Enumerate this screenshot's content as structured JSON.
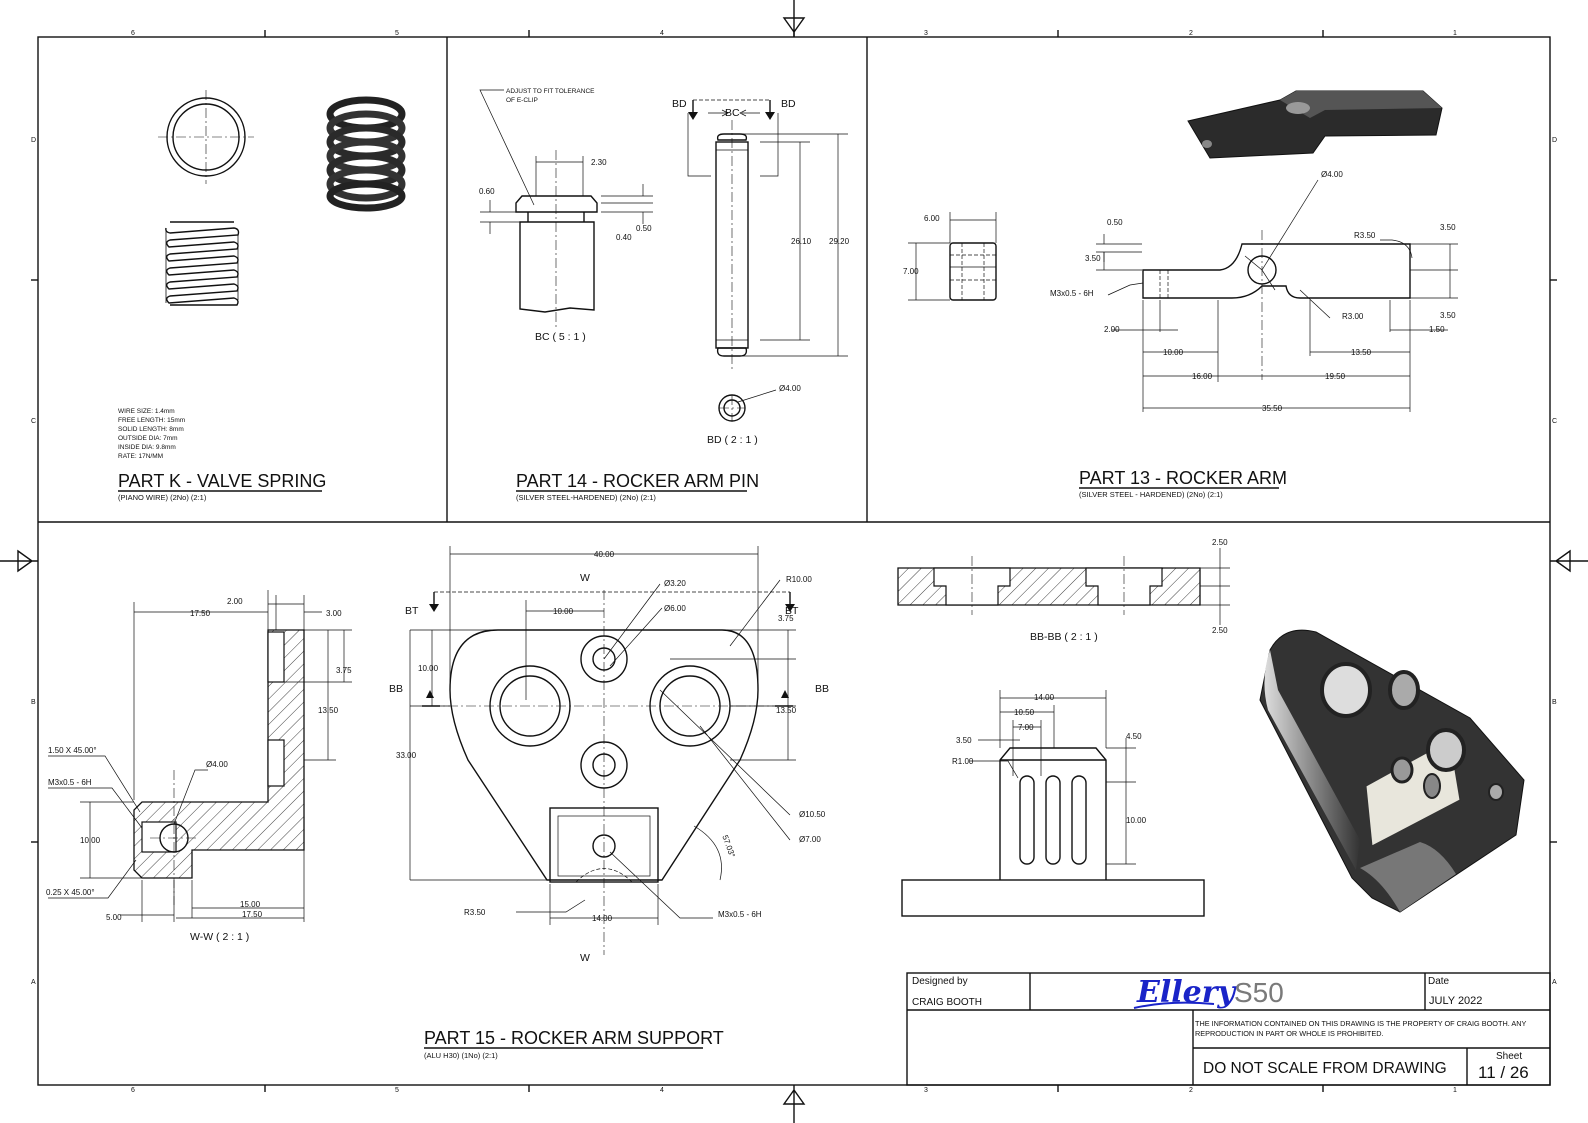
{
  "border": {
    "col_numbers_top": [
      "6",
      "5",
      "4",
      "3",
      "2",
      "1"
    ],
    "col_numbers_bottom": [
      "6",
      "5",
      "4",
      "3",
      "2",
      "1"
    ],
    "row_letters": [
      "D",
      "C",
      "B",
      "A"
    ]
  },
  "spring": {
    "title": "PART K - VALVE SPRING",
    "subtitle": "(PIANO WIRE) (2No) (2:1)",
    "specs": [
      "WIRE SIZE: 1.4mm",
      "FREE LENGTH: 15mm",
      "SOLID LENGTH: 8mm",
      "OUTSIDE DIA: 7mm",
      "INSIDE DIA: 9.8mm",
      "RATE: 17N/MM"
    ]
  },
  "pin": {
    "title": "PART 14 - ROCKER ARM PIN",
    "subtitle": "(SILVER STEEL-HARDENED) (2No) (2:1)",
    "note_line1": "ADJUST TO FIT TOLERANCE",
    "note_line2": "OF E-CLIP",
    "detail_bc": "BC ( 5 : 1 )",
    "detail_bd": "BD ( 2 : 1 )",
    "label_bc": "BC",
    "label_bd": "BD",
    "dims": {
      "d230": "2.30",
      "d060": "0.60",
      "d040": "0.40",
      "d050": "0.50",
      "d2610": "26.10",
      "d2920": "29.20",
      "dia400": "Ø4.00"
    }
  },
  "arm": {
    "title": "PART 13 - ROCKER ARM",
    "subtitle": "(SILVER STEEL - HARDENED) (2No) (2:1)",
    "dims": {
      "d600": "6.00",
      "d700": "7.00",
      "dia400": "Ø4.00",
      "d050": "0.50",
      "d350a": "3.50",
      "r350": "R3.50",
      "d350b": "3.50",
      "d350c": "3.50",
      "thread": "M3x0.5 - 6H",
      "r300": "R3.00",
      "d200": "2.00",
      "d150": "1.50",
      "d1000": "10.00",
      "d1350": "13.50",
      "d1600": "16.00",
      "d1950": "19.50",
      "d3550": "35.50"
    }
  },
  "support": {
    "title": "PART 15 - ROCKER ARM SUPPORT",
    "subtitle": "(ALU H30) (1No) (2:1)",
    "section_ww": "W-W ( 2 : 1 )",
    "section_bb": "BB-BB ( 2 : 1 )",
    "cut_labels": {
      "w": "W",
      "bt": "BT",
      "bb": "BB"
    },
    "dims": {
      "d200": "2.00",
      "d1750a": "17.50",
      "d300": "3.00",
      "d375a": "3.75",
      "d1350a": "13.50",
      "chamfer1": "1.50 X 45.00°",
      "dia400": "Ø4.00",
      "thread1": "M3x0.5 - 6H",
      "d1000a": "10.00",
      "chamfer2": "0.25 X 45.00°",
      "d500": "5.00",
      "d1500": "15.00",
      "d1750b": "17.50",
      "d4000": "40.00",
      "dia320": "Ø3.20",
      "dia600": "Ø6.00",
      "r1000": "R10.00",
      "d1000b": "10.00",
      "d375b": "3.75",
      "d1000c": "10.00",
      "d1350b": "13.50",
      "d3300": "33.00",
      "dia1050": "Ø10.50",
      "dia700": "Ø7.00",
      "ang": "57.03°",
      "r350": "R3.50",
      "d1400a": "14.00",
      "thread2": "M3x0.5 - 6H",
      "d250a": "2.50",
      "d250b": "2.50",
      "d1400b": "14.00",
      "d1050": "10.50",
      "d700": "7.00",
      "d350": "3.50",
      "r100": "R1.00",
      "d450": "4.50",
      "d1000d": "10.00"
    }
  },
  "title_block": {
    "designed_by_label": "Designed by",
    "designer": "CRAIG BOOTH",
    "logo": "Ellery",
    "model": "S50",
    "date_label": "Date",
    "date": "JULY 2022",
    "notice": "THE INFORMATION CONTAINED ON THIS DRAWING IS THE PROPERTY OF CRAIG BOOTH. ANY REPRODUCTION IN PART OR WHOLE IS PROHIBITED.",
    "scale_note": "DO NOT SCALE FROM DRAWING",
    "sheet_label": "Sheet",
    "sheet": "11 / 26"
  }
}
